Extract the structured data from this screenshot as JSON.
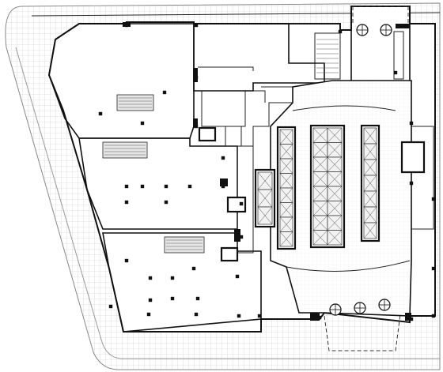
{
  "diagram": {
    "type": "architectural-floor-plan",
    "colors": {
      "line": "#111111",
      "paving_grid": "#c8c8c8",
      "background": "#ffffff"
    },
    "tenant_spaces": [
      {
        "id": "tenant-north"
      },
      {
        "id": "tenant-middle"
      },
      {
        "id": "tenant-south"
      },
      {
        "id": "tenant-northeast"
      }
    ],
    "elevator_banks": 3,
    "escalators": 3,
    "revolving_doors": 5,
    "icons": [
      "revolving-door-icon",
      "escalator-icon",
      "elevator-icon",
      "column-icon"
    ]
  }
}
